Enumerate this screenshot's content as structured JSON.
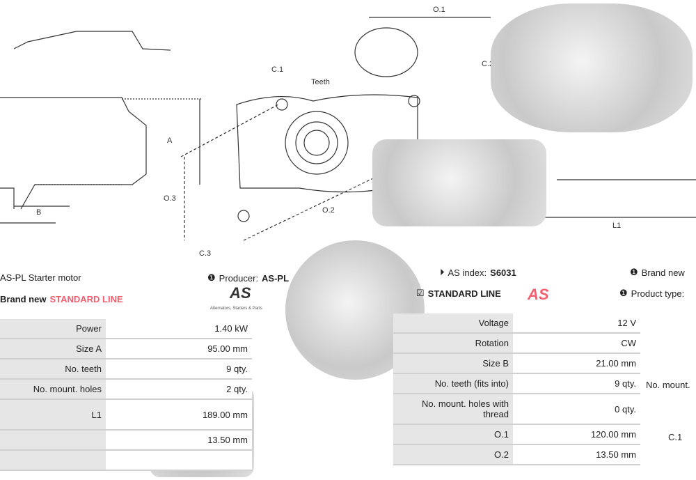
{
  "drawing": {
    "labels": {
      "o1": "O.1",
      "c1": "C.1",
      "teeth": "Teeth",
      "c2": "C.2",
      "a": "A",
      "o3": "O.3",
      "b": "B",
      "o2": "O.2",
      "c3": "C.3",
      "l1": "L1"
    }
  },
  "header": {
    "title": "AS-PL Starter motor",
    "producer_label": "Producer:",
    "producer_value": "AS-PL",
    "index_label": "AS index:",
    "index_value": "S6031",
    "brand_label": "Brand new",
    "brand_new_right": "Brand new",
    "product_type_label": "Product type:",
    "standard_line": "STANDARD LINE",
    "logo_text": "AS",
    "logo_subtitle": "Alternators, Starters & Parts"
  },
  "colors": {
    "accent": "#f06070",
    "row_key_bg": "#e6e6e6",
    "border": "#d0d0d0"
  },
  "table_left": [
    {
      "k": "Power",
      "v": "1.40 kW"
    },
    {
      "k": "Size A",
      "v": "95.00 mm"
    },
    {
      "k": "No. teeth",
      "v": "9 qty."
    },
    {
      "k": "No. mount. holes",
      "v": "2 qty."
    },
    {
      "k": "L1",
      "v": "189.00 mm"
    },
    {
      "k": "",
      "v": "13.50 mm"
    },
    {
      "k": "",
      "v": ""
    }
  ],
  "table_mid": [
    {
      "k": "Voltage",
      "v": "12 V"
    },
    {
      "k": "Rotation",
      "v": "CW"
    },
    {
      "k": "Size B",
      "v": "21.00 mm"
    },
    {
      "k": "No. teeth (fits into)",
      "v": "9 qty."
    },
    {
      "k": "No. mount. holes with thread",
      "v": "0 qty."
    },
    {
      "k": "O.1",
      "v": "120.00 mm"
    },
    {
      "k": "O.2",
      "v": "13.50 mm"
    }
  ],
  "table_right": [
    {
      "k": "No. mount."
    },
    {
      "k": "C.1"
    }
  ]
}
